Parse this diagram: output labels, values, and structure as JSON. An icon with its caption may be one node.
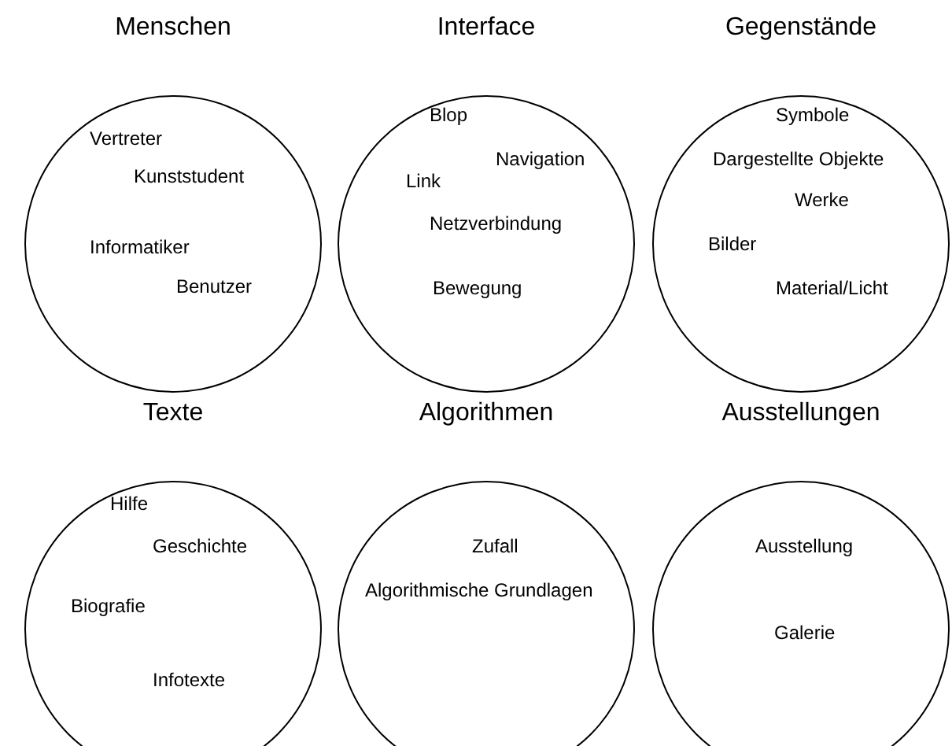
{
  "diagram": {
    "nodes": [
      {
        "text": [
          "Menschen"
        ]
      },
      {
        "text": [
          "Vertreter"
        ],
        "in": 0
      },
      {
        "text": [
          "Kunststudent"
        ],
        "in": 0
      },
      {
        "text": [
          "Informatiker"
        ],
        "in": 0
      },
      {
        "text": [
          "Benutzer"
        ],
        "in": 0
      },
      {
        "text": [
          "Interface"
        ]
      },
      {
        "text": [
          "Blop"
        ],
        "in": 5
      },
      {
        "text": [
          "Navigation"
        ],
        "in": 5
      },
      {
        "text": [
          "Link"
        ],
        "in": 5
      },
      {
        "text": [
          "Netzverbindung"
        ],
        "in": 5
      },
      {
        "text": [
          "Bewegung"
        ],
        "in": 5
      },
      {
        "text": [
          "Gegenstände"
        ]
      },
      {
        "text": [
          "Symbole"
        ],
        "in": 11
      },
      {
        "text": [
          "Dargestellte Objekte"
        ],
        "in": 11
      },
      {
        "text": [
          "Werke"
        ],
        "in": 11
      },
      {
        "text": [
          "Bilder"
        ],
        "in": 11
      },
      {
        "text": [
          "Material/Licht"
        ],
        "in": 11
      },
      {
        "text": [
          "Texte"
        ]
      },
      {
        "text": [
          "Hilfe"
        ],
        "in": 17
      },
      {
        "text": [
          "Geschichte"
        ],
        "in": 17
      },
      {
        "text": [
          "Biografie"
        ],
        "in": 17
      },
      {
        "text": [
          "Infotexte"
        ],
        "in": 17
      },
      {
        "text": [
          "Algorithmen"
        ]
      },
      {
        "text": [
          "Zufall"
        ],
        "in": 22
      },
      {
        "text": [
          "Algorithmische Grundlagen"
        ],
        "in": 22
      },
      {
        "text": [
          "Ausstellungen"
        ]
      },
      {
        "text": [
          "Ausstellung"
        ],
        "in": 25
      },
      {
        "text": [
          "Galerie"
        ],
        "in": 25
      }
    ]
  }
}
